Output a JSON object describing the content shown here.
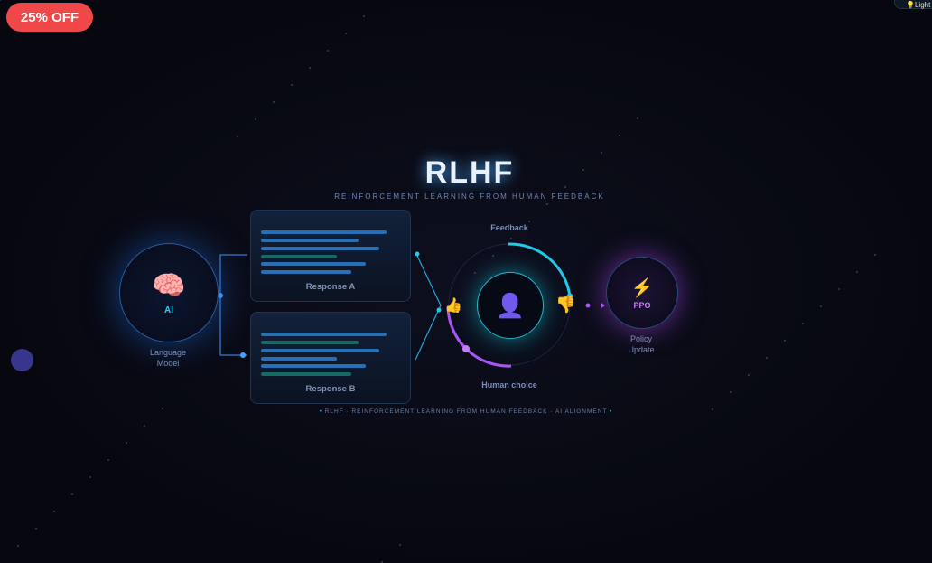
{
  "promo": {
    "label": "25% OFF"
  },
  "theme_toggle": {
    "label": "Light"
  },
  "header": {
    "title": "RLHF",
    "subtitle": "REINFORCEMENT LEARNING FROM HUMAN FEEDBACK"
  },
  "model": {
    "icon": "brain-icon",
    "badge": "AI",
    "label_line1": "Language",
    "label_line2": "Model"
  },
  "responses": [
    {
      "label": "Response A"
    },
    {
      "label": "Response B"
    }
  ],
  "feedback": {
    "top_label": "Feedback",
    "bottom_label": "Human choice",
    "icon": "person-icon",
    "like": "thumbs-up-icon",
    "dislike": "thumbs-down-icon"
  },
  "policy": {
    "icon": "lightning-icon",
    "badge": "PPO",
    "label_line1": "Policy",
    "label_line2": "Update"
  },
  "footer": {
    "text": "RLHF · REINFORCEMENT LEARNING FROM HUMAN FEEDBACK · AI ALIGNMENT"
  },
  "colors": {
    "accent_cyan": "#22c8e8",
    "accent_purple": "#a855f7",
    "promo": "#f04848"
  }
}
